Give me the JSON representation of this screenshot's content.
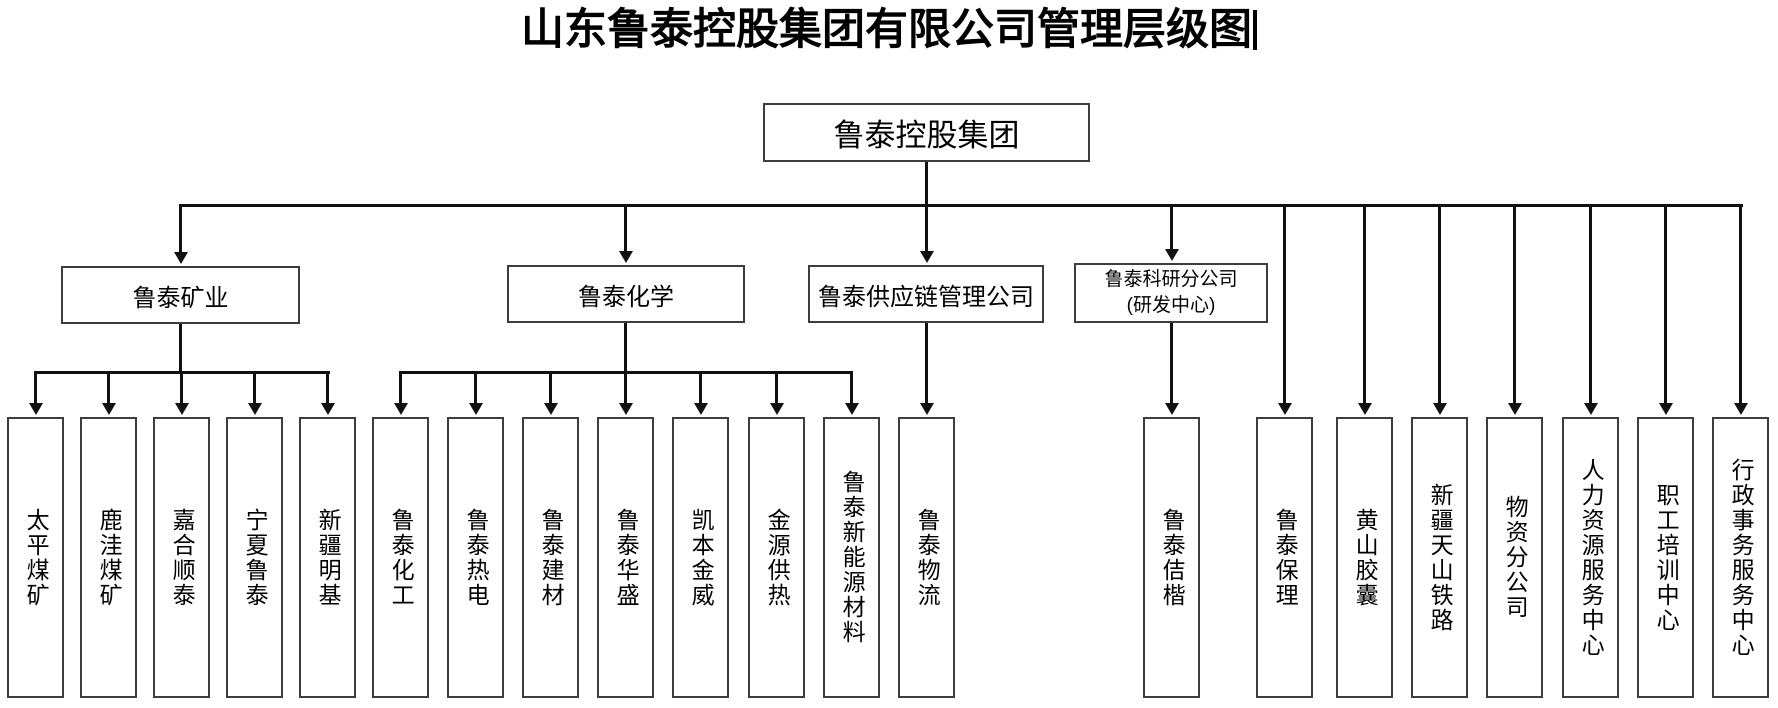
{
  "title": {
    "text": "山东鲁泰控股集团有限公司管理层级图"
  },
  "org": {
    "root": "鲁泰控股集团",
    "mining": {
      "label": "鲁泰矿业",
      "children": [
        "太平煤矿",
        "鹿洼煤矿",
        "嘉合顺泰",
        "宁夏鲁泰",
        "新疆明基"
      ]
    },
    "chemical": {
      "label": "鲁泰化学",
      "children": [
        "鲁泰化工",
        "鲁泰热电",
        "鲁泰建材",
        "鲁泰华盛",
        "凯本金威",
        "金源供热",
        "鲁泰新能源材料"
      ]
    },
    "supply": {
      "label": "鲁泰供应链管理公司",
      "children": [
        "鲁泰物流"
      ]
    },
    "research": {
      "label_line1": "鲁泰科研分公司",
      "label_line2": "(研发中心)",
      "children": [
        "鲁泰佶楷"
      ]
    },
    "direct": [
      "鲁泰保理",
      "黄山胶囊",
      "新疆天山铁路",
      "物资分公司",
      "人力资源服务中心",
      "职工培训中心",
      "行政事务服务中心"
    ]
  },
  "colors": {
    "background": "#ffffff",
    "line": "#111111",
    "box_border": "#3d3d3d",
    "text": "#000000"
  }
}
